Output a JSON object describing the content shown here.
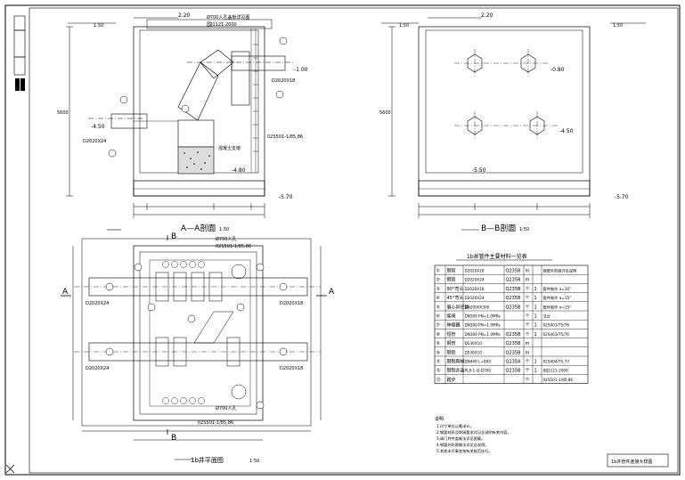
{
  "section_aa": {
    "title": "A—A剖面",
    "scale": "1:50",
    "top_elev": "2.20",
    "left_elev": "1.50",
    "pipe_level_right": "-1.00",
    "pipe_level_left": "-4.50",
    "bottom_elev": "-4.80",
    "base_elev": "-5.70",
    "height_dim": "5600",
    "label_right_pipe": "D2020X18",
    "label_left_pipe": "D2020X24",
    "ref_top": "Ø700人孔盖板详见图",
    "ref_top2": "国J1121-2000",
    "ref_std": "02S501-1/85,86",
    "ref_note": "混凝土支墩"
  },
  "section_bb": {
    "title": "B—B剖面",
    "scale": "1:50",
    "top_elev": "2.20",
    "left_elev": "1.50",
    "right_elev": "1.50",
    "mid_elev": "-0.80",
    "low_elev": "-4.50",
    "bottom_elev": "-5.50",
    "base_elev": "-5.70",
    "height_dim": "5600"
  },
  "plan": {
    "title": "1b井平面图",
    "scale": "1:50",
    "section_a": "A",
    "section_b": "B",
    "label_ll": "D2020X24",
    "label_lr": "D2020X18",
    "label_top_left": "D2020X24",
    "label_top_right": "D2020X18",
    "ref_top": "Ø700人孔",
    "ref_std": "02S501-1/85,86",
    "ref_bottom": "02S501-1/85,86",
    "ref_mh": "Ø700人孔"
  },
  "table": {
    "title": "1b井管件主要材料一览表",
    "rows": [
      {
        "no": "①",
        "name": "钢管",
        "spec": "D2020X18",
        "mat": "Q235B",
        "unit": "m",
        "qty": "",
        "note": "钢管外防腐详见说明"
      },
      {
        "no": "②",
        "name": "钢管",
        "spec": "D2020X24",
        "mat": "Q235B",
        "unit": "m",
        "qty": "",
        "note": ""
      },
      {
        "no": "③",
        "name": "90°弯头",
        "spec": "D2020X18",
        "mat": "Q235B",
        "unit": "个",
        "qty": "1",
        "note": "管件制作 α=10°"
      },
      {
        "no": "④",
        "name": "45°弯头",
        "spec": "D2020X24",
        "mat": "Q235B",
        "unit": "个",
        "qty": "1",
        "note": "管件制作 α=15°"
      },
      {
        "no": "⑤",
        "name": "偏心异径管",
        "spec": "DN2000X300",
        "mat": "Q235B",
        "unit": "个",
        "qty": "1",
        "note": "管件制作 α=15°"
      },
      {
        "no": "⑥",
        "name": "蝶阀",
        "spec": "DN300 PN=1.0MPa",
        "mat": "",
        "unit": "个",
        "qty": "1",
        "note": "法兰"
      },
      {
        "no": "⑦",
        "name": "伸缩器",
        "spec": "DN300 PN=1.0MPa",
        "mat": "",
        "unit": "个",
        "qty": "1",
        "note": "02S403/75/76"
      },
      {
        "no": "⑧",
        "name": "短管",
        "spec": "DN300 PN=1.0MPa",
        "mat": "Q235B",
        "unit": "个",
        "qty": "1",
        "note": "02S403/75/76"
      },
      {
        "no": "⑨",
        "name": "钢管",
        "spec": "D530X10",
        "mat": "Q235B",
        "unit": "m",
        "qty": "",
        "note": ""
      },
      {
        "no": "⑩",
        "name": "钢管",
        "spec": "D530X10",
        "mat": "Q235B",
        "unit": "m",
        "qty": "",
        "note": ""
      },
      {
        "no": "⑪",
        "name": "钢制爬梯",
        "spec": "DN400 L=800",
        "mat": "Q235A",
        "unit": "个",
        "qty": "1",
        "note": "02S404/75-77"
      },
      {
        "no": "⑫",
        "name": "钢制井盖",
        "spec": "PL8-1-Q-D700",
        "mat": "Q235B",
        "unit": "个",
        "qty": "1",
        "note": "国J1121-2000"
      },
      {
        "no": "⑬",
        "name": "踏步",
        "spec": "",
        "mat": "",
        "unit": "个",
        "qty": "",
        "note": "02S501-1/85,86"
      }
    ],
    "notes_title": "说明",
    "notes": [
      "1.尺寸单位以毫米计。",
      "2.钢管材质及焊接要求详见总说明有关内容。",
      "3.阀门井井盖做法详见图集。",
      "4.钢管外防腐做法详见总说明。",
      "5.其他未尽事宜按有关规范执行。"
    ]
  },
  "stamp": "1b井管件连接大样图"
}
